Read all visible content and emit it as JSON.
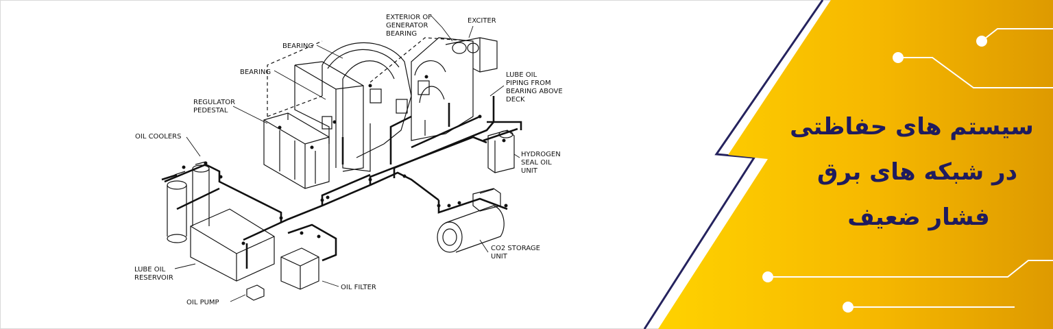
{
  "banner": {
    "title_lines": [
      "سیستم های حفاظتی",
      "در شبکه های برق",
      "فشار ضعیف"
    ],
    "colors": {
      "gold_light": "#ffd000",
      "gold_dark": "#e09e00",
      "navy": "#25235e",
      "white": "#ffffff"
    }
  },
  "diagram": {
    "labels": {
      "exterior_of": "EXTERIOR OF",
      "generator": "GENERATOR",
      "bearing_ext": "BEARING",
      "exciter": "EXCITER",
      "bearing_top": "BEARING",
      "bearing_mid": "BEARING",
      "regulator": "REGULATOR",
      "pedestal": "PEDESTAL",
      "lube_oil": "LUBE OIL",
      "piping_from": "PIPING FROM",
      "bearing_above": "BEARING ABOVE",
      "deck": "DECK",
      "oil_coolers": "OIL COOLERS",
      "hydrogen": "HYDROGEN",
      "seal_oil": "SEAL OIL",
      "unit_h": "UNIT",
      "co2_storage": "CO2 STORAGE",
      "unit_c": "UNIT",
      "lube_oil_res": "LUBE OIL",
      "reservoir": "RESERVOIR",
      "oil_filter": "OIL FILTER",
      "oil_pump": "OIL PUMP"
    }
  }
}
